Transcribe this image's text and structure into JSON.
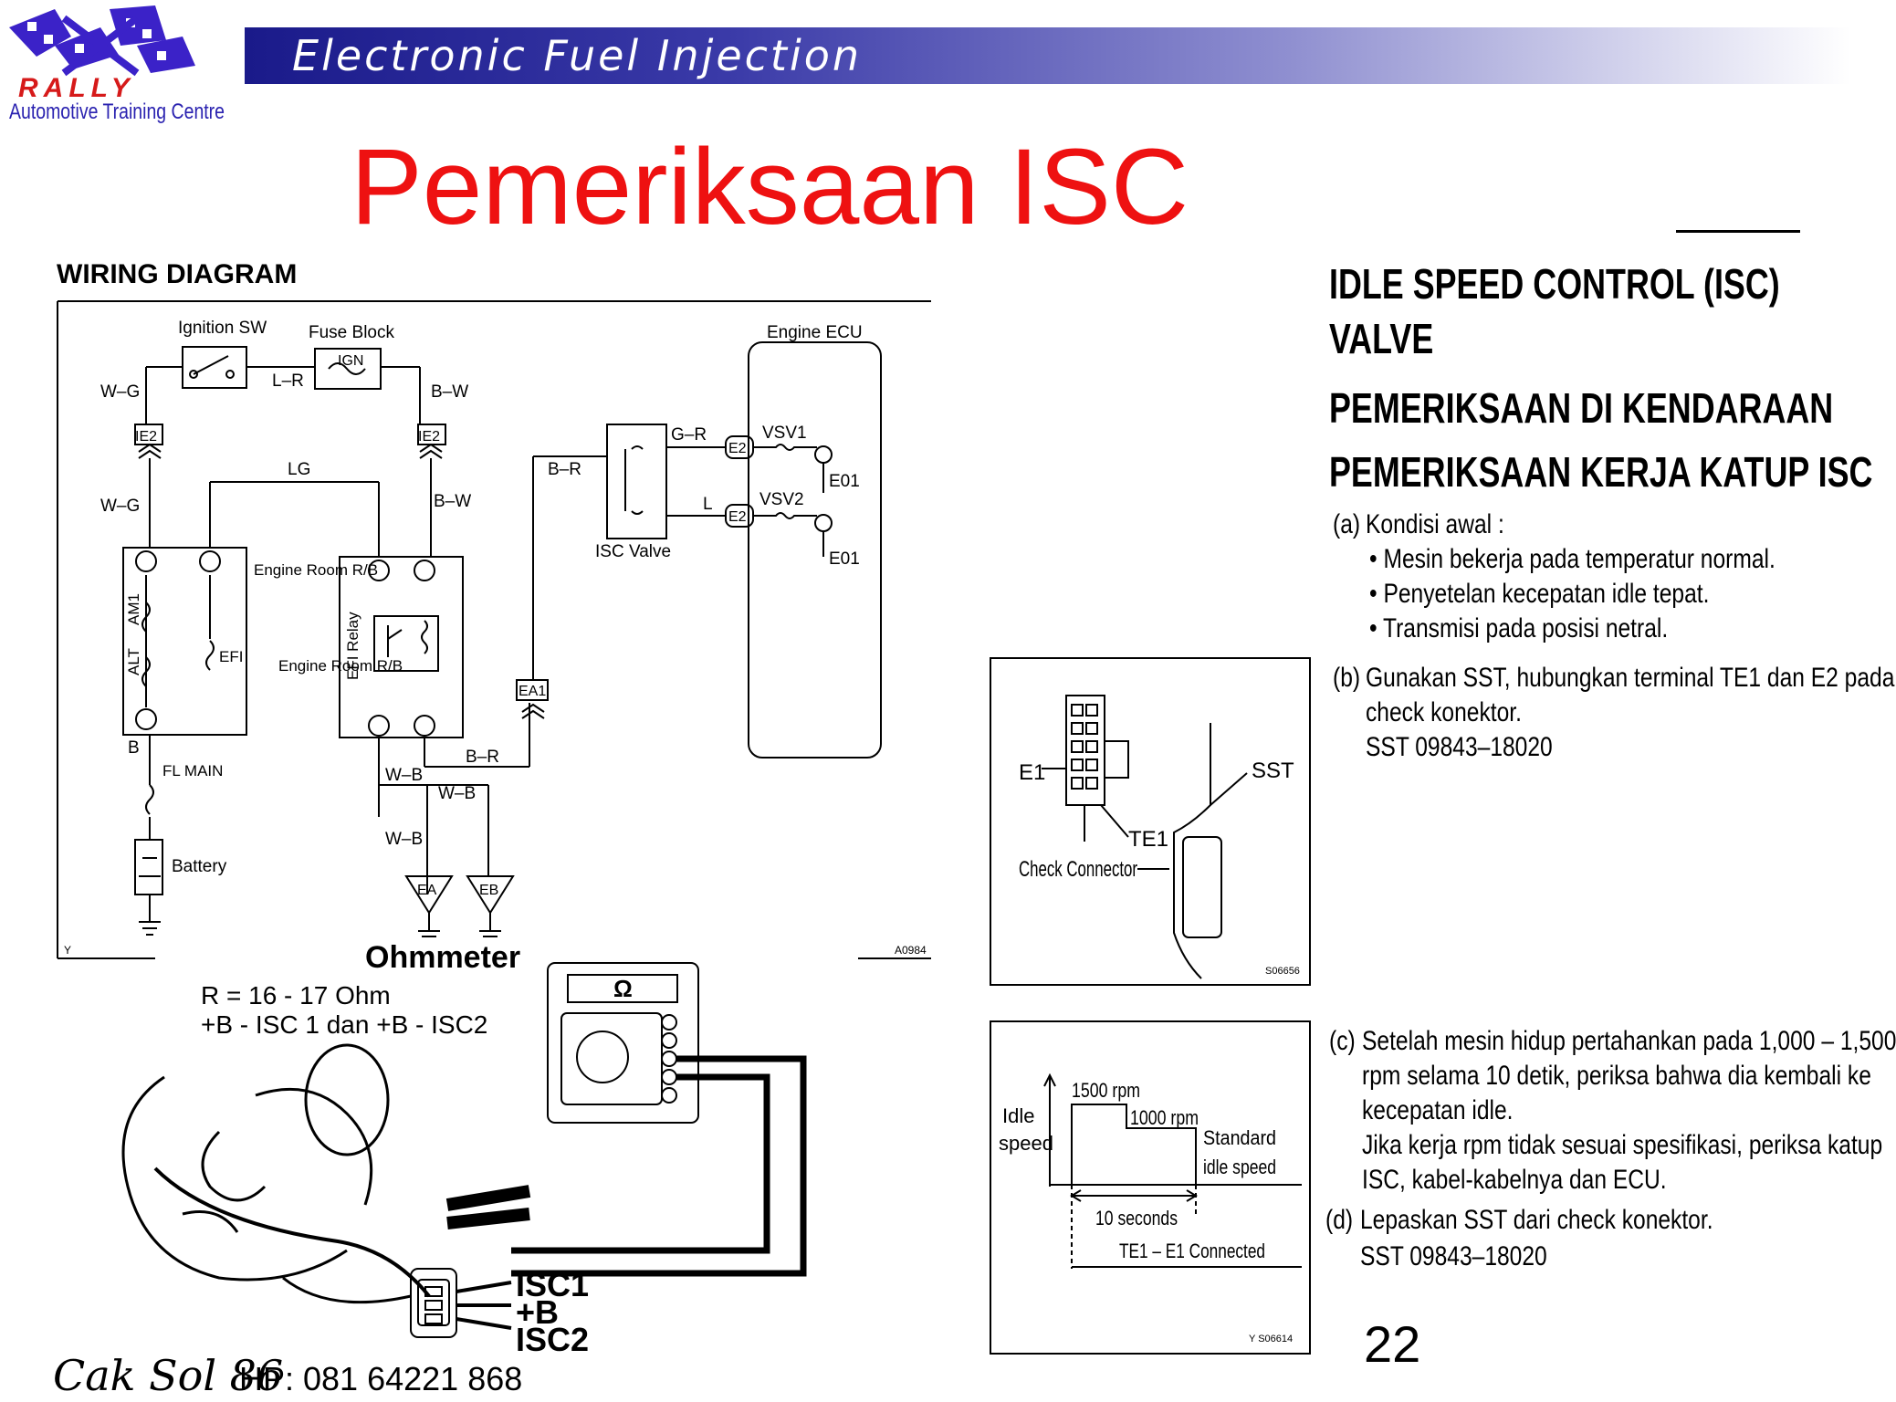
{
  "header": {
    "banner_title": "Electronic Fuel Injection",
    "logo_word": "RALLY",
    "logo_subtitle": "Automotive Training Centre"
  },
  "slide_title": "Pemeriksaan ISC",
  "wiring": {
    "title": "WIRING DIAGRAM",
    "labels": {
      "ignition_sw": "Ignition SW",
      "fuse_block": "Fuse Block",
      "engine_ecu": "Engine ECU",
      "ign": "IGN",
      "isc_valve": "ISC Valve",
      "engine_room_rb_1": "Engine Room R/B",
      "engine_room_rb_2": "Engine Room R/B",
      "efi_relay": "EFI Relay",
      "fl_main": "FL MAIN",
      "battery": "Battery",
      "alt": "ALT",
      "am1": "AM1",
      "efi": "EFI",
      "vsv1": "VSV1",
      "vsv2": "VSV2",
      "e01": "E01",
      "e2": "E2",
      "ie2": "IE2",
      "ea1": "EA1",
      "ea": "EA",
      "eb": "EB",
      "code": "A0984",
      "corner": "Y"
    },
    "wires": {
      "wg": "W–G",
      "lr": "L–R",
      "bw": "B–W",
      "lg": "LG",
      "gr": "G–R",
      "br": "B–R",
      "l": "L",
      "b": "B",
      "wb": "W–B"
    }
  },
  "ohmmeter": {
    "title": "Ohmmeter",
    "resistance": "R = 16 - 17 Ohm",
    "terminals": "+B - ISC 1 dan +B - ISC2",
    "symbol": "Ω",
    "pin_isc1": "ISC1",
    "pin_b": "+B",
    "pin_isc2": "ISC2"
  },
  "procedure": {
    "heading_1": "IDLE SPEED CONTROL (ISC)",
    "heading_2": "VALVE",
    "heading_3": "PEMERIKSAAN DI KENDARAAN",
    "heading_4": "PEMERIKSAAN KERJA KATUP ISC",
    "step_a": "(a)",
    "step_a_text": "Kondisi awal :",
    "bullets": [
      "Mesin bekerja pada temperatur normal.",
      "Penyetelan kecepatan idle tepat.",
      "Transmisi pada posisi netral."
    ],
    "step_b": "(b)",
    "step_b_line1": "Gunakan SST, hubungkan terminal TE1 dan E2 pada",
    "step_b_line2": "check konektor.",
    "step_b_sst": "SST 09843–18020",
    "step_c": "(c)",
    "step_c_lines": [
      "Setelah mesin hidup pertahankan pada 1,000 – 1,500",
      "rpm selama 10 detik, periksa bahwa dia kembali ke",
      "kecepatan idle.",
      "Jika kerja rpm tidak sesuai spesifikasi, periksa katup",
      "ISC, kabel-kabelnya dan ECU."
    ],
    "step_d": "(d)",
    "step_d_text": "Lepaskan SST dari check konektor.",
    "step_d_sst": "SST 09843–18020"
  },
  "figure_connector": {
    "e1": "E1",
    "sst": "SST",
    "te1": "TE1",
    "check_connector": "Check Connector",
    "code": "S06656"
  },
  "figure_rpm": {
    "idle_speed_1": "Idle",
    "idle_speed_2": "speed",
    "rpm_1500": "1500 rpm",
    "rpm_1000": "1000 rpm",
    "standard_1": "Standard",
    "standard_2": "idle speed",
    "seconds": "10 seconds",
    "connected": "TE1 – E1 Connected",
    "code": "Y S06614"
  },
  "footer": {
    "author": "Cak Sol 86",
    "phone": "HP: 081 64221 868",
    "page": "22"
  }
}
